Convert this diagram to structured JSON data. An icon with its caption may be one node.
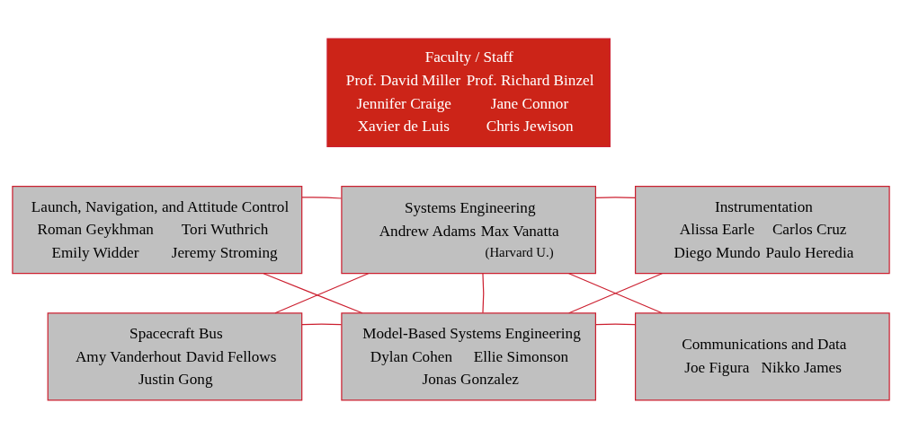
{
  "diagram": {
    "nodes": [
      {
        "text": [
          "Faculty / Staff",
          "Prof. David Miller",
          "Prof. Richard Binzel",
          "Jennifer Craige",
          "Jane Connor",
          "Xavier de Luis",
          "Chris Jewison"
        ]
      },
      {
        "text": [
          "Launch, Navigation, and Attitude Control",
          "Roman Geykhman",
          "Tori Wuthrich",
          "Emily Widder",
          "Jeremy Stroming"
        ]
      },
      {
        "text": [
          "Systems Engineering",
          "Andrew Adams",
          "Max Vanatta",
          "(Harvard U.)"
        ]
      },
      {
        "text": [
          "Instrumentation",
          "Alissa Earle",
          "Carlos Cruz",
          "Diego Mundo",
          "Paulo Heredia"
        ]
      },
      {
        "text": [
          "Spacecraft Bus",
          "Amy Vanderhout",
          "David Fellows",
          "Justin Gong"
        ]
      },
      {
        "text": [
          "Model-Based Systems Engineering",
          "Dylan Cohen",
          "Ellie Simonson",
          "Jonas Gonzalez"
        ]
      },
      {
        "text": [
          "Communications and Data",
          "Joe Figura",
          "Nikko James"
        ]
      }
    ],
    "edges": [
      {
        "from": 1,
        "to": 2,
        "arrow": "none"
      },
      {
        "from": 1,
        "to": 5,
        "arrow": "none"
      },
      {
        "from": 4,
        "to": 2,
        "arrow": "none"
      },
      {
        "from": 4,
        "to": 5,
        "arrow": "none"
      },
      {
        "from": 2,
        "to": 5,
        "arrow": "none"
      },
      {
        "from": 2,
        "to": 3,
        "arrow": "none"
      },
      {
        "from": 2,
        "to": 6,
        "arrow": "none"
      },
      {
        "from": 5,
        "to": 3,
        "arrow": "none"
      },
      {
        "from": 5,
        "to": 6,
        "arrow": "none"
      }
    ]
  }
}
